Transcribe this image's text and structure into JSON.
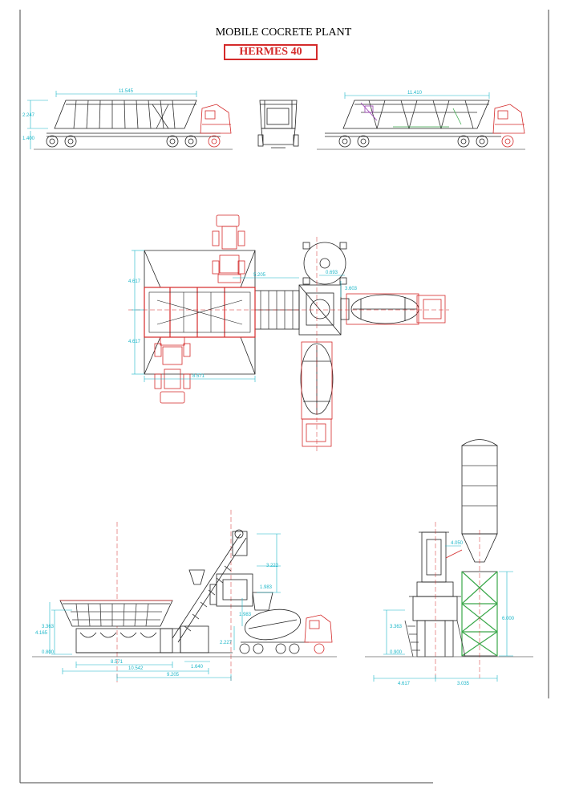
{
  "title": "MOBILE COCRETE PLANT",
  "model": "HERMES 40",
  "colors": {
    "frame": "#444444",
    "line": "#222222",
    "truck": "#d42a2a",
    "dimension": "#19b6c8",
    "axis": "#d42a2a",
    "purple": "#9b3fb5",
    "green": "#3aa84a"
  },
  "dimensions": {
    "side_length_left": "11.545",
    "side_height": "2.247",
    "side_ground": "1.400",
    "side_length_right": "11.410",
    "plan_half_top": "4.617",
    "plan_half_bottom": "4.617",
    "plan_width": "8.571",
    "plan_conveyor": "5.205",
    "plan_silo": "0.693",
    "plan_mixer": "3.603",
    "elev_height_a": "3.363",
    "elev_height_b": "4.165",
    "elev_base": "0.800",
    "elev_width": "8.571",
    "elev_length": "10.542",
    "elev_total": "9.205",
    "elev_gap": "1.640",
    "elev_skip": "2.227",
    "elev_top": "3.222",
    "elev_mid": "1.983",
    "elev_low": "1.983",
    "front_height": "3.363",
    "front_base": "0.900",
    "front_silo_angle": "4.050",
    "front_silo_h": "6.000",
    "front_w_left": "4.617",
    "front_w_right": "3.035"
  }
}
